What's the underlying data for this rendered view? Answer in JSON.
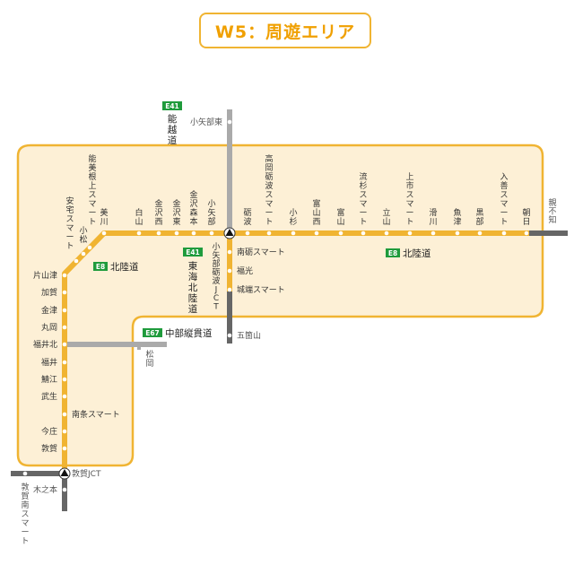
{
  "title": "W5：周遊エリア",
  "colors": {
    "area_fill": "#fdf0d6",
    "area_border": "#f0b432",
    "main_line": "#f0b432",
    "outer_line": "#666666",
    "branch_line": "#aaaaaa",
    "badge": "#1f9b3c"
  },
  "routes": {
    "e8_top": {
      "badge": "E8",
      "name": "北陸道"
    },
    "e8_left": {
      "badge": "E8",
      "name": "北陸道"
    },
    "e41_top": {
      "badge": "E41",
      "name": "能越道"
    },
    "e41_mid": {
      "badge": "E41",
      "name": "東海北陸道"
    },
    "e67": {
      "badge": "E67",
      "name": "中部縦貫道"
    }
  },
  "top_stations": [
    "美川",
    "白山",
    "金沢西",
    "金沢東",
    "金沢森本",
    "小矢部",
    "砺波",
    "高岡砺波スマート",
    "小杉",
    "富山西",
    "富山",
    "流杉スマート",
    "立山",
    "上市スマート",
    "滑川",
    "魚津",
    "黒部",
    "入善スマート",
    "朝日"
  ],
  "diag_stations": [
    "能美根上スマート",
    "小松",
    "安宅スマート"
  ],
  "left_stations": [
    "片山津",
    "加賀",
    "金津",
    "丸岡",
    "福井北",
    "福井",
    "鯖江",
    "武生",
    "南条スマート",
    "今庄",
    "敦賀"
  ],
  "jct_stations": [
    "南砺スマート",
    "福光",
    "城端スマート"
  ],
  "jct_label": "小矢部砺波JCT",
  "tsuruga_jct": "敦賀JCT",
  "outside": {
    "oyabe_higashi": "小矢部東",
    "gokayama": "五箇山",
    "matsuoka": "松岡",
    "oyashirazu": "親不知",
    "kinomoto": "木之本",
    "tsuruga_minami": "敦賀南スマート"
  }
}
